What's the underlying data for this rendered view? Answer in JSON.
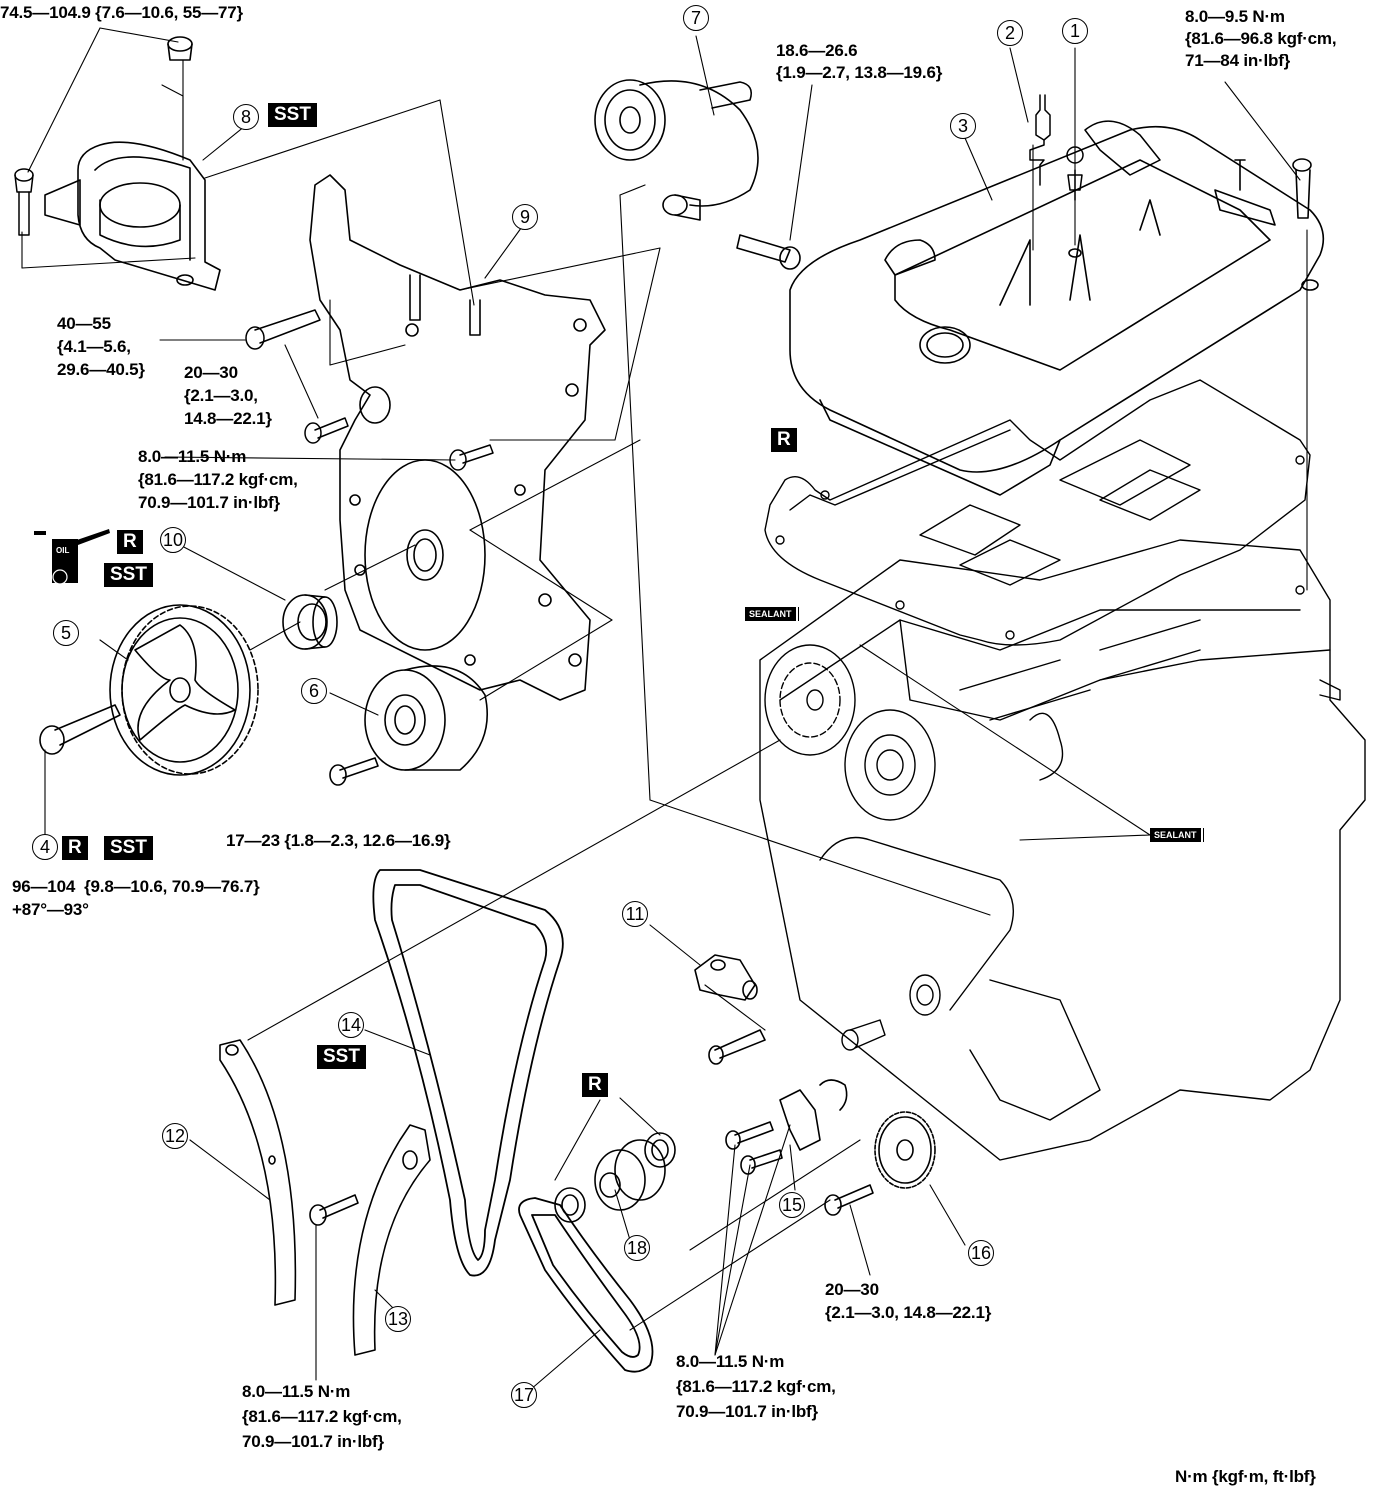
{
  "diagram": {
    "title": "Timing chain / engine front cover exploded view",
    "units_legend": "N·m {kgf·m, ft·lbf}",
    "part_numbers": [
      "1",
      "2",
      "3",
      "4",
      "5",
      "6",
      "7",
      "8",
      "9",
      "10",
      "11",
      "12",
      "13",
      "14",
      "15",
      "16",
      "17",
      "18"
    ],
    "tags": {
      "sst": "SST",
      "replace": "R",
      "sealant": "SEALANT",
      "oil": "OIL"
    },
    "torque_specs": {
      "engine_mount_nut": "74.5—104.9 {7.6—10.6, 55—77}",
      "tensioner_bolt_line1": "18.6—26.6",
      "tensioner_bolt_line2": "{1.9—2.7, 13.8—19.6}",
      "cover_bolt_right_line1": "8.0—9.5 N·m",
      "cover_bolt_right_line2": "{81.6—96.8 kgf·cm,",
      "cover_bolt_right_line3": "71—84 in·lbf}",
      "front_cover_bolt_line1": "40—55",
      "front_cover_bolt_line2": "{4.1—5.6,",
      "front_cover_bolt_line3": "29.6—40.5}",
      "front_cover_small_bolt_line1": "20—30",
      "front_cover_small_bolt_line2": "{2.1—3.0,",
      "front_cover_small_bolt_line3": "14.8—22.1}",
      "front_cover_m6_line1": "8.0—11.5 N·m",
      "front_cover_m6_line2": "{81.6—117.2 kgf·cm,",
      "front_cover_m6_line3": "70.9—101.7 in·lbf}",
      "idler_bolt": "17—23 {1.8—2.3, 12.6—16.9}",
      "pulley_bolt_line1": "96—104  {9.8—10.6, 70.9—76.7}",
      "pulley_bolt_line2": "+87°—93°",
      "guide_bolt_line1": "8.0—11.5 N·m",
      "guide_bolt_line2": "{81.6—117.2 kgf·cm,",
      "guide_bolt_line3": "70.9—101.7 in·lbf}",
      "oilpump_chain_bolt_line1": "8.0—11.5 N·m",
      "oilpump_chain_bolt_line2": "{81.6—117.2 kgf·cm,",
      "oilpump_chain_bolt_line3": "70.9—101.7 in·lbf}",
      "sprocket_bolt_line1": "20—30",
      "sprocket_bolt_line2": "{2.1—3.0, 14.8—22.1}"
    }
  }
}
